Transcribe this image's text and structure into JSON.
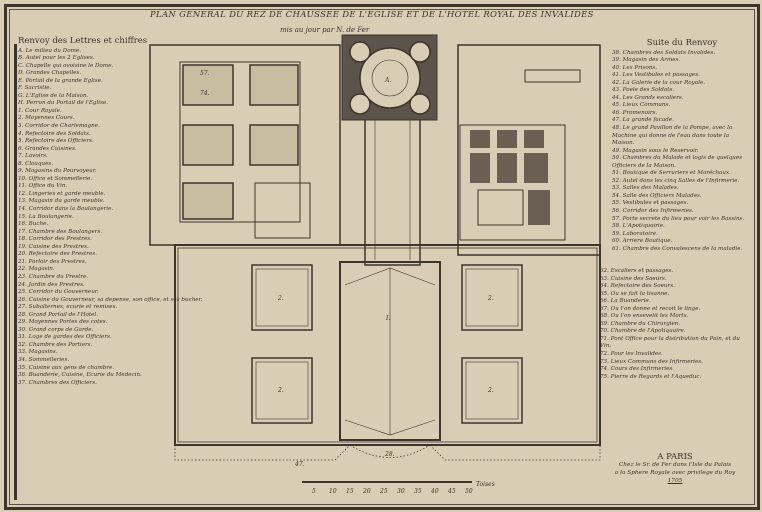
{
  "title": "PLAN GENERAL DU REZ DE CHAUSSEE DE L'EGLISE ET DE L'HOTEL ROYAL DES INVALIDES",
  "subtitle": "mis au jour par N. de Fer",
  "left_legend": {
    "heading": "Renvoy des Lettres et chiffres",
    "items": [
      "A. Le milieu du Dome.",
      "B. Autel pour les 2 Eglises.",
      "C. Chapelle qui avoisine le Dome.",
      "D. Grandes Chapelles.",
      "E. Portail de la grande Eglise.",
      "F. Sacristie.",
      "G. L'Eglise de la Maison.",
      "H. Perron du Portail de l'Eglise.",
      "1. Cour Royale.",
      "2. Moyennes Cours.",
      "3. Corridor de Charlemagne.",
      "4. Refectoire des Soldats.",
      "5. Refectoire des Officiers.",
      "6. Grandes Cuisines.",
      "7. Lavoirs.",
      "8. Cloaques.",
      "9. Magasins du Pourvoyeur.",
      "10. Office et Sommellerie.",
      "11. Office du Vin.",
      "12. Lingeries et garde meuble.",
      "13. Magasin du garde meuble.",
      "14. Corridor dans la Boulangerie.",
      "15. La Boulangerie.",
      "16. Buche.",
      "17. Chambre des Boulangers.",
      "18. Corridor des Prestres.",
      "19. Cuisine des Prestres.",
      "20. Refectoire des Prestres.",
      "21. Parloir des Prestres.",
      "22. Magasin.",
      "23. Chambre du Prestre.",
      "24. Jardin des Prestres.",
      "25. Corridor du Gouverneur.",
      "26. Cuisine du Gouverneur, sa depense, son office, et ses bucher.",
      "27. Subalternes, ecurie et remises.",
      "28. Grand Portail de l'Hotel.",
      "29. Moyennes Portes des cotes.",
      "30. Grand corps de Garde.",
      "31. Loge de gardes des Officiers.",
      "32. Chambre des Portiers.",
      "33. Magasins.",
      "34. Sommelleries.",
      "35. Cuisine aux gens de chambre.",
      "36. Buanderie, Cuisine, Ecurie du Medecin.",
      "37. Chambres des Officiers."
    ]
  },
  "right_legend": {
    "heading": "Suite du Renvoy",
    "items": [
      "38. Chambres des Soldats Invalides.",
      "39. Magasin des Armes.",
      "40. Les Prisons.",
      "41. Les Vestibules et passages.",
      "42. La Galerie de la cour Royale.",
      "43. Poele des Soldats.",
      "44. Les Grands escaliers.",
      "45. Lieux Communs.",
      "46. Promenoirs.",
      "47. La grande facade.",
      "48. Le grand Pavillon de la Pompe, avec la Machine qui donne de l'eau dans toute la Maison.",
      "49. Magasin sous le Reservoir.",
      "50. Chambres du Malade et logis de quelques Officiers de la Maison.",
      "51. Boutique de Serruriers et Maréchaux.",
      "52. Autel dans les cinq Salles de l'Infirmerie.",
      "53. Salles des Malades.",
      "54. Salle des Officiers Malades.",
      "55. Vestibules et passages.",
      "56. Corridor des Infirmeries.",
      "57. Porte secrete du lieu pour voir les Bassins.",
      "58. L'Apotiquairie.",
      "59. Laboratoire.",
      "60. Arriere Boutique.",
      "61. Chambre des Convalescens de la maladie."
    ],
    "items_continued": [
      "62. Escaliers et passages.",
      "63. Cuisine des Soeurs.",
      "64. Refectoire des Soeurs.",
      "65. Ou se fait la tisanne.",
      "66. La Buanderie.",
      "67. Ou l'on donne et recoit le linge.",
      "68. Ou l'on ensevelit les Morts.",
      "69. Chambre du Chirurgien.",
      "70. Chambre de l'Apotiquaire.",
      "71. Pont Office pour la distribution du Pain, et du Vin.",
      "72. Pour les Invalides.",
      "73. Lieux Communs des Infirmeries.",
      "74. Cours des Infirmeries.",
      "75. Pierre de Regards et l'Aqueduc."
    ]
  },
  "scale": {
    "unit_label": "Toises",
    "ticks": [
      "5",
      "10",
      "15",
      "20",
      "25",
      "30",
      "35",
      "40",
      "45",
      "50"
    ]
  },
  "imprint": {
    "city": "A PARIS",
    "line1": "Chez le Sr. de Fer dans l'Isle du Palais",
    "line2": "a la Sphere Royale avec privilege du Roy",
    "year": "1705"
  },
  "plan_labels": {
    "dome": "A.",
    "cour_royale": "I.",
    "court": "2.",
    "garden_a": "57.",
    "garden_b": "74.",
    "main_gate": "28.",
    "facade": "47."
  },
  "colors": {
    "paper": "#d9ceb5",
    "ink": "#3d352c",
    "shade": "#5c534a"
  }
}
